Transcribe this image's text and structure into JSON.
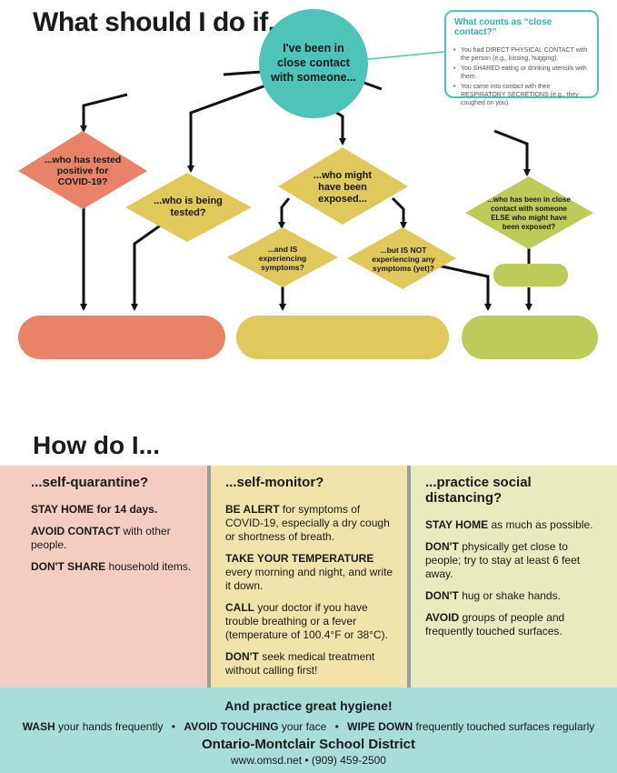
{
  "title": "What should I do if...",
  "start_node": "I've been in close contact with someone...",
  "close_contact_box": {
    "title": "What counts as “close contact?”",
    "items": [
      "You had DIRECT PHYSICAL CONTACT with the person (e.g., kissing, hugging).",
      "You SHARED eating or drinking utensils with them.",
      "You came into contact with their RESPIRATORY SECRETIONS (e.g., they coughed on you)."
    ]
  },
  "decisions": {
    "tested_positive": "...who has tested positive for COVID-19?",
    "being_tested": "...who is being tested?",
    "might_be_exposed": "...who might have been exposed...",
    "is_symptomatic": "...and IS experiencing symptoms?",
    "not_symptomatic": "...but IS NOT experiencing any symptoms (yet)?",
    "contact_of_exposed": "...who has been in close contact with someone ELSE who might have been exposed?"
  },
  "colors": {
    "salmon": "#e8836a",
    "yellow": "#e0c85c",
    "green": "#bccb5a",
    "teal": "#4ec3b8",
    "panel_salmon": "#f5ccc0",
    "panel_yellow": "#f1e3ab",
    "panel_green": "#e8ebbd",
    "footer": "#a9ddd9"
  },
  "how_title": "How do I...",
  "panels": {
    "quarantine": {
      "title": "...self-quarantine?",
      "items": [
        {
          "bold": "STAY HOME for 14 days.",
          "rest": ""
        },
        {
          "bold": "AVOID CONTACT",
          "rest": " with other people."
        },
        {
          "bold": "DON'T SHARE",
          "rest": " household items."
        }
      ]
    },
    "monitor": {
      "title": "...self-monitor?",
      "items": [
        {
          "bold": "BE ALERT",
          "rest": " for symptoms of COVID-19, especially a dry cough or shortness of breath."
        },
        {
          "bold": "TAKE YOUR TEMPERATURE",
          "rest": " every morning and night, and write it down."
        },
        {
          "bold": "CALL",
          "rest": " your doctor if you have trouble breathing or a fever (temperature of 100.4°F or 38°C)."
        },
        {
          "bold": "DON'T",
          "rest": " seek medical treatment without calling first!"
        }
      ]
    },
    "distancing": {
      "title": "...practice social distancing?",
      "items": [
        {
          "bold": "STAY HOME",
          "rest": " as much as possible."
        },
        {
          "bold": "DON'T",
          "rest": " physically get close to people; try to stay at least 6 feet away."
        },
        {
          "bold": "DON'T",
          "rest": " hug or shake hands."
        },
        {
          "bold": "AVOID",
          "rest": " groups of people and frequently touched surfaces."
        }
      ]
    }
  },
  "footer": {
    "hygiene_title": "And practice great hygiene!",
    "tip1_bold": "WASH",
    "tip1_rest": " your hands frequently",
    "tip2_bold": "AVOID TOUCHING",
    "tip2_rest": " your face",
    "tip3_bold": "WIPE DOWN",
    "tip3_rest": " frequently touched surfaces regularly",
    "bullet": "•",
    "org": "Ontario-Montclair School District",
    "contact": "www.omsd.net • (909) 459-2500"
  }
}
